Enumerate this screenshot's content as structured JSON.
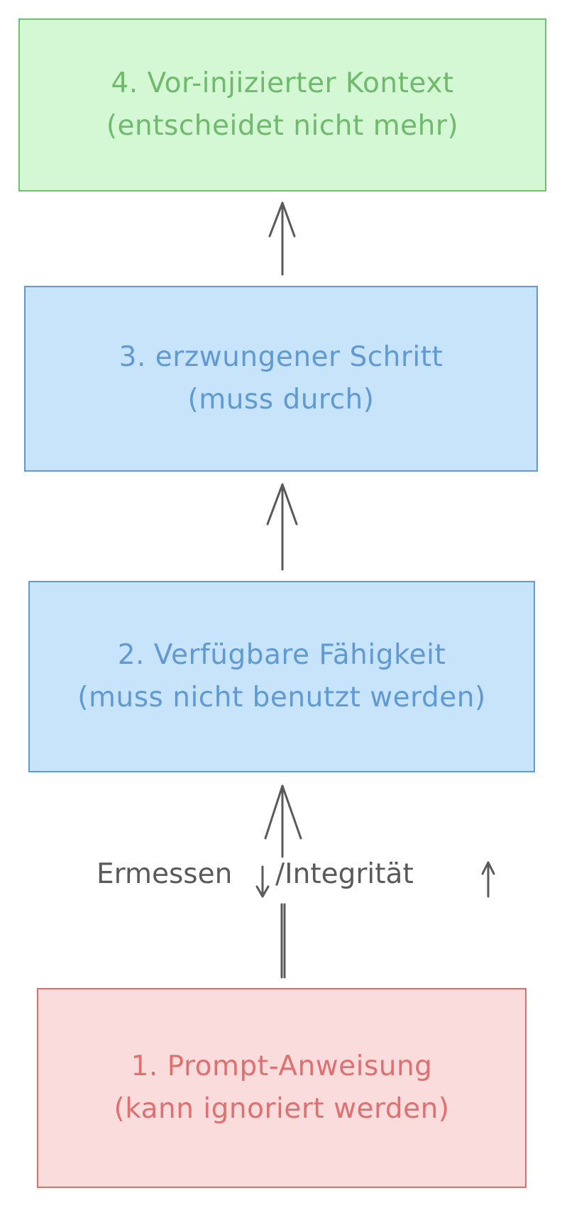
{
  "levels": [
    {
      "number_label": "4. Vor-injizierter Kontext",
      "note": "(entscheidet nicht mehr)",
      "color": "#d3f8d3"
    },
    {
      "number_label": "3. erzwungener Schritt",
      "note": "(muss durch)",
      "color": "#c8e4fb"
    },
    {
      "number_label": "2. Verfügbare Fähigkeit",
      "note": "(muss nicht benutzt werden)",
      "color": "#c8e4fb"
    },
    {
      "number_label": "1. Prompt-Anweisung",
      "note": "(kann ignoriert werden)",
      "color": "#fbdcdc"
    }
  ],
  "axis": {
    "left_label": "Ermessen",
    "right_label": "/Integrität"
  }
}
